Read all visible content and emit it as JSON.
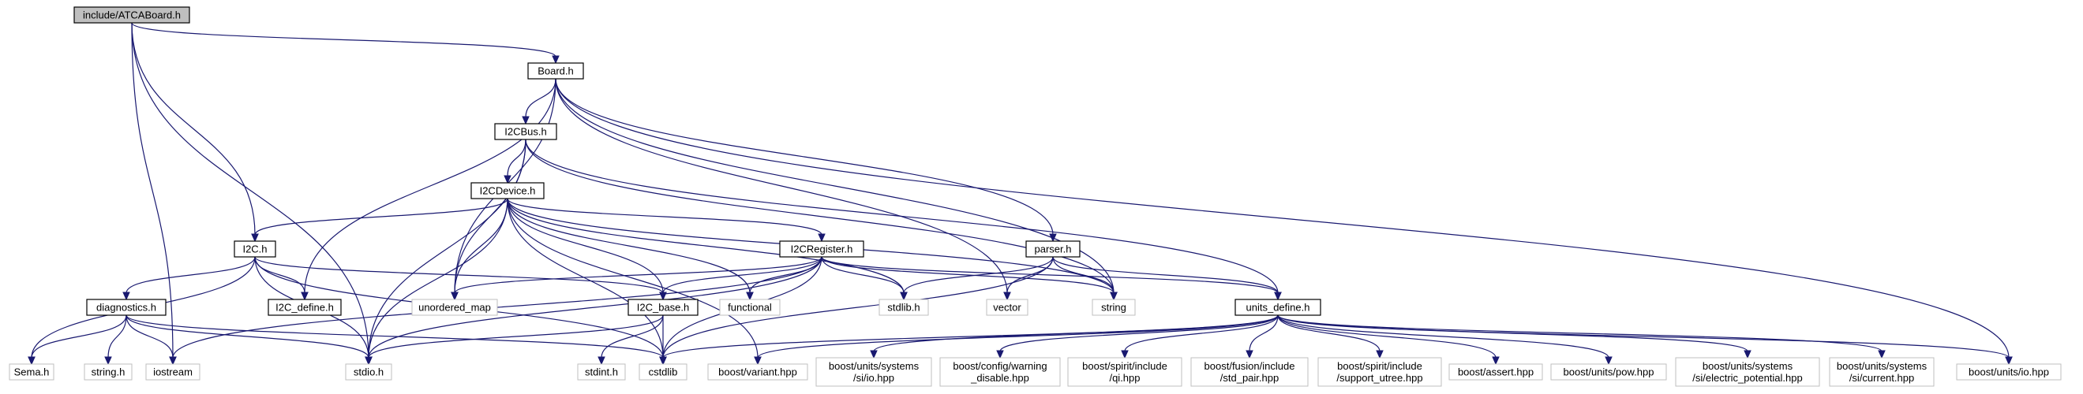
{
  "graph": {
    "title": "",
    "edge_color": "#191970",
    "root_fill": "#bfbfbf",
    "system_border": "#bfbfbf",
    "nodes": [
      {
        "id": "atca",
        "lines": [
          "include/ATCABoard.h"
        ],
        "kind": "root"
      },
      {
        "id": "board",
        "lines": [
          "Board.h"
        ],
        "kind": "project"
      },
      {
        "id": "i2cbus",
        "lines": [
          "I2CBus.h"
        ],
        "kind": "project"
      },
      {
        "id": "i2cdevice",
        "lines": [
          "I2CDevice.h"
        ],
        "kind": "project"
      },
      {
        "id": "i2c",
        "lines": [
          "I2C.h"
        ],
        "kind": "project"
      },
      {
        "id": "i2cregister",
        "lines": [
          "I2CRegister.h"
        ],
        "kind": "project"
      },
      {
        "id": "parser",
        "lines": [
          "parser.h"
        ],
        "kind": "project"
      },
      {
        "id": "diagnostics",
        "lines": [
          "diagnostics.h"
        ],
        "kind": "project"
      },
      {
        "id": "i2cdefine",
        "lines": [
          "I2C_define.h"
        ],
        "kind": "project"
      },
      {
        "id": "unordered_map",
        "lines": [
          "unordered_map"
        ],
        "kind": "system"
      },
      {
        "id": "i2cbase",
        "lines": [
          "I2C_base.h"
        ],
        "kind": "project"
      },
      {
        "id": "functional",
        "lines": [
          "functional"
        ],
        "kind": "system"
      },
      {
        "id": "stdlib",
        "lines": [
          "stdlib.h"
        ],
        "kind": "system"
      },
      {
        "id": "vector",
        "lines": [
          "vector"
        ],
        "kind": "system"
      },
      {
        "id": "string",
        "lines": [
          "string"
        ],
        "kind": "system"
      },
      {
        "id": "unitsdefine",
        "lines": [
          "units_define.h"
        ],
        "kind": "project"
      },
      {
        "id": "sema",
        "lines": [
          "Sema.h"
        ],
        "kind": "system"
      },
      {
        "id": "stringh",
        "lines": [
          "string.h"
        ],
        "kind": "system"
      },
      {
        "id": "iostream",
        "lines": [
          "iostream"
        ],
        "kind": "system"
      },
      {
        "id": "stdio",
        "lines": [
          "stdio.h"
        ],
        "kind": "system"
      },
      {
        "id": "stdint",
        "lines": [
          "stdint.h"
        ],
        "kind": "system"
      },
      {
        "id": "cstdlib",
        "lines": [
          "cstdlib"
        ],
        "kind": "system"
      },
      {
        "id": "variant",
        "lines": [
          "boost/variant.hpp"
        ],
        "kind": "system"
      },
      {
        "id": "unitsio_si",
        "lines": [
          "boost/units/systems",
          "/si/io.hpp"
        ],
        "kind": "system"
      },
      {
        "id": "warning",
        "lines": [
          "boost/config/warning",
          "_disable.hpp"
        ],
        "kind": "system"
      },
      {
        "id": "qi",
        "lines": [
          "boost/spirit/include",
          "/qi.hpp"
        ],
        "kind": "system"
      },
      {
        "id": "stdpair",
        "lines": [
          "boost/fusion/include",
          "/std_pair.hpp"
        ],
        "kind": "system"
      },
      {
        "id": "utree",
        "lines": [
          "boost/spirit/include",
          "/support_utree.hpp"
        ],
        "kind": "system"
      },
      {
        "id": "assert",
        "lines": [
          "boost/assert.hpp"
        ],
        "kind": "system"
      },
      {
        "id": "pow",
        "lines": [
          "boost/units/pow.hpp"
        ],
        "kind": "system"
      },
      {
        "id": "elecpot",
        "lines": [
          "boost/units/systems",
          "/si/electric_potential.hpp"
        ],
        "kind": "system"
      },
      {
        "id": "current",
        "lines": [
          "boost/units/systems",
          "/si/current.hpp"
        ],
        "kind": "system"
      },
      {
        "id": "unitsio",
        "lines": [
          "boost/units/io.hpp"
        ],
        "kind": "system"
      }
    ],
    "edges": [
      [
        "atca",
        "board"
      ],
      [
        "atca",
        "i2c"
      ],
      [
        "atca",
        "iostream"
      ],
      [
        "atca",
        "stdio"
      ],
      [
        "board",
        "i2cbus"
      ],
      [
        "board",
        "parser"
      ],
      [
        "board",
        "i2cdefine"
      ],
      [
        "board",
        "unordered_map"
      ],
      [
        "board",
        "vector"
      ],
      [
        "board",
        "string"
      ],
      [
        "board",
        "unitsio"
      ],
      [
        "i2cbus",
        "i2cdevice"
      ],
      [
        "i2cbus",
        "unordered_map"
      ],
      [
        "i2cbus",
        "string"
      ],
      [
        "i2cbus",
        "unitsdefine"
      ],
      [
        "i2cbus",
        "stdio"
      ],
      [
        "i2cdevice",
        "i2c"
      ],
      [
        "i2cdevice",
        "i2cregister"
      ],
      [
        "i2cdevice",
        "unordered_map"
      ],
      [
        "i2cdevice",
        "i2cbase"
      ],
      [
        "i2cdevice",
        "functional"
      ],
      [
        "i2cdevice",
        "stdlib"
      ],
      [
        "i2cdevice",
        "string"
      ],
      [
        "i2cdevice",
        "stdio"
      ],
      [
        "i2cdevice",
        "cstdlib"
      ],
      [
        "i2cdevice",
        "variant"
      ],
      [
        "i2c",
        "diagnostics"
      ],
      [
        "i2c",
        "i2cdefine"
      ],
      [
        "i2c",
        "i2cbase"
      ],
      [
        "i2c",
        "sema"
      ],
      [
        "i2c",
        "stdio"
      ],
      [
        "i2c",
        "cstdlib"
      ],
      [
        "i2cregister",
        "unordered_map"
      ],
      [
        "i2cregister",
        "i2cbase"
      ],
      [
        "i2cregister",
        "functional"
      ],
      [
        "i2cregister",
        "stdlib"
      ],
      [
        "i2cregister",
        "string"
      ],
      [
        "i2cregister",
        "unitsdefine"
      ],
      [
        "i2cregister",
        "iostream"
      ],
      [
        "i2cregister",
        "stdio"
      ],
      [
        "i2cregister",
        "cstdlib"
      ],
      [
        "parser",
        "stdlib"
      ],
      [
        "parser",
        "vector"
      ],
      [
        "parser",
        "string"
      ],
      [
        "parser",
        "unitsdefine"
      ],
      [
        "parser",
        "cstdlib"
      ],
      [
        "diagnostics",
        "sema"
      ],
      [
        "diagnostics",
        "stringh"
      ],
      [
        "diagnostics",
        "iostream"
      ],
      [
        "diagnostics",
        "stdio"
      ],
      [
        "diagnostics",
        "cstdlib"
      ],
      [
        "i2cbase",
        "stdint"
      ],
      [
        "i2cbase",
        "cstdlib"
      ],
      [
        "i2cbase",
        "stdio"
      ],
      [
        "unitsdefine",
        "cstdlib"
      ],
      [
        "unitsdefine",
        "variant"
      ],
      [
        "unitsdefine",
        "unitsio_si"
      ],
      [
        "unitsdefine",
        "warning"
      ],
      [
        "unitsdefine",
        "qi"
      ],
      [
        "unitsdefine",
        "stdpair"
      ],
      [
        "unitsdefine",
        "utree"
      ],
      [
        "unitsdefine",
        "assert"
      ],
      [
        "unitsdefine",
        "pow"
      ],
      [
        "unitsdefine",
        "elecpot"
      ],
      [
        "unitsdefine",
        "current"
      ],
      [
        "unitsdefine",
        "unitsio"
      ]
    ]
  }
}
